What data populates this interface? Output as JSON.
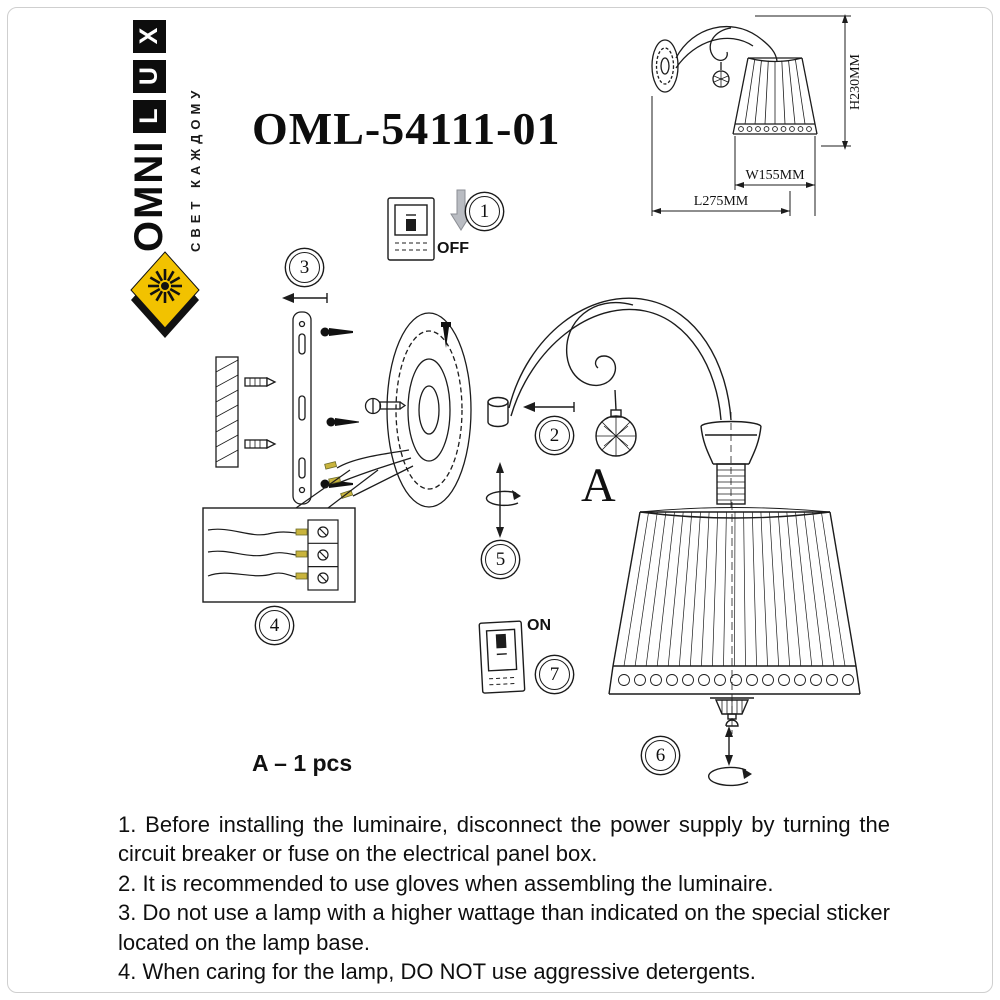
{
  "page": {
    "title": "OML-54111-01",
    "part_letter": "A",
    "quantity_label": "A – 1 pcs"
  },
  "logo": {
    "brand_plain": "OMNI",
    "brand_boxed": [
      "L",
      "U",
      "X"
    ],
    "tagline": "СВЕТ КАЖДОМУ"
  },
  "product_view": {
    "dim_height": "H230MM",
    "dim_width": "W155MM",
    "dim_length": "L275MM"
  },
  "switch_labels": {
    "off": "OFF",
    "on": "ON"
  },
  "steps": {
    "step1": "1",
    "step2": "2",
    "step3": "3",
    "step4": "4",
    "step5": "5",
    "step6": "6",
    "step7": "7"
  },
  "instructions": {
    "item1": "1. Before installing the luminaire, disconnect the power supply by turning the circuit breaker or fuse on the electrical panel box.",
    "item2": "2. It is recommended to use gloves when assembling the luminaire.",
    "item3": "3. Do not use a lamp with a higher wattage than indicated on the special sticker located on the lamp base.",
    "item4": "4. When caring for the lamp, DO NOT use aggressive detergents."
  },
  "colors": {
    "line": "#1c1c1c",
    "logo_yellow": "#f2c200",
    "wire_tip_yellow": "#c9b43d",
    "arrow_gray": "#b9bcc2"
  }
}
